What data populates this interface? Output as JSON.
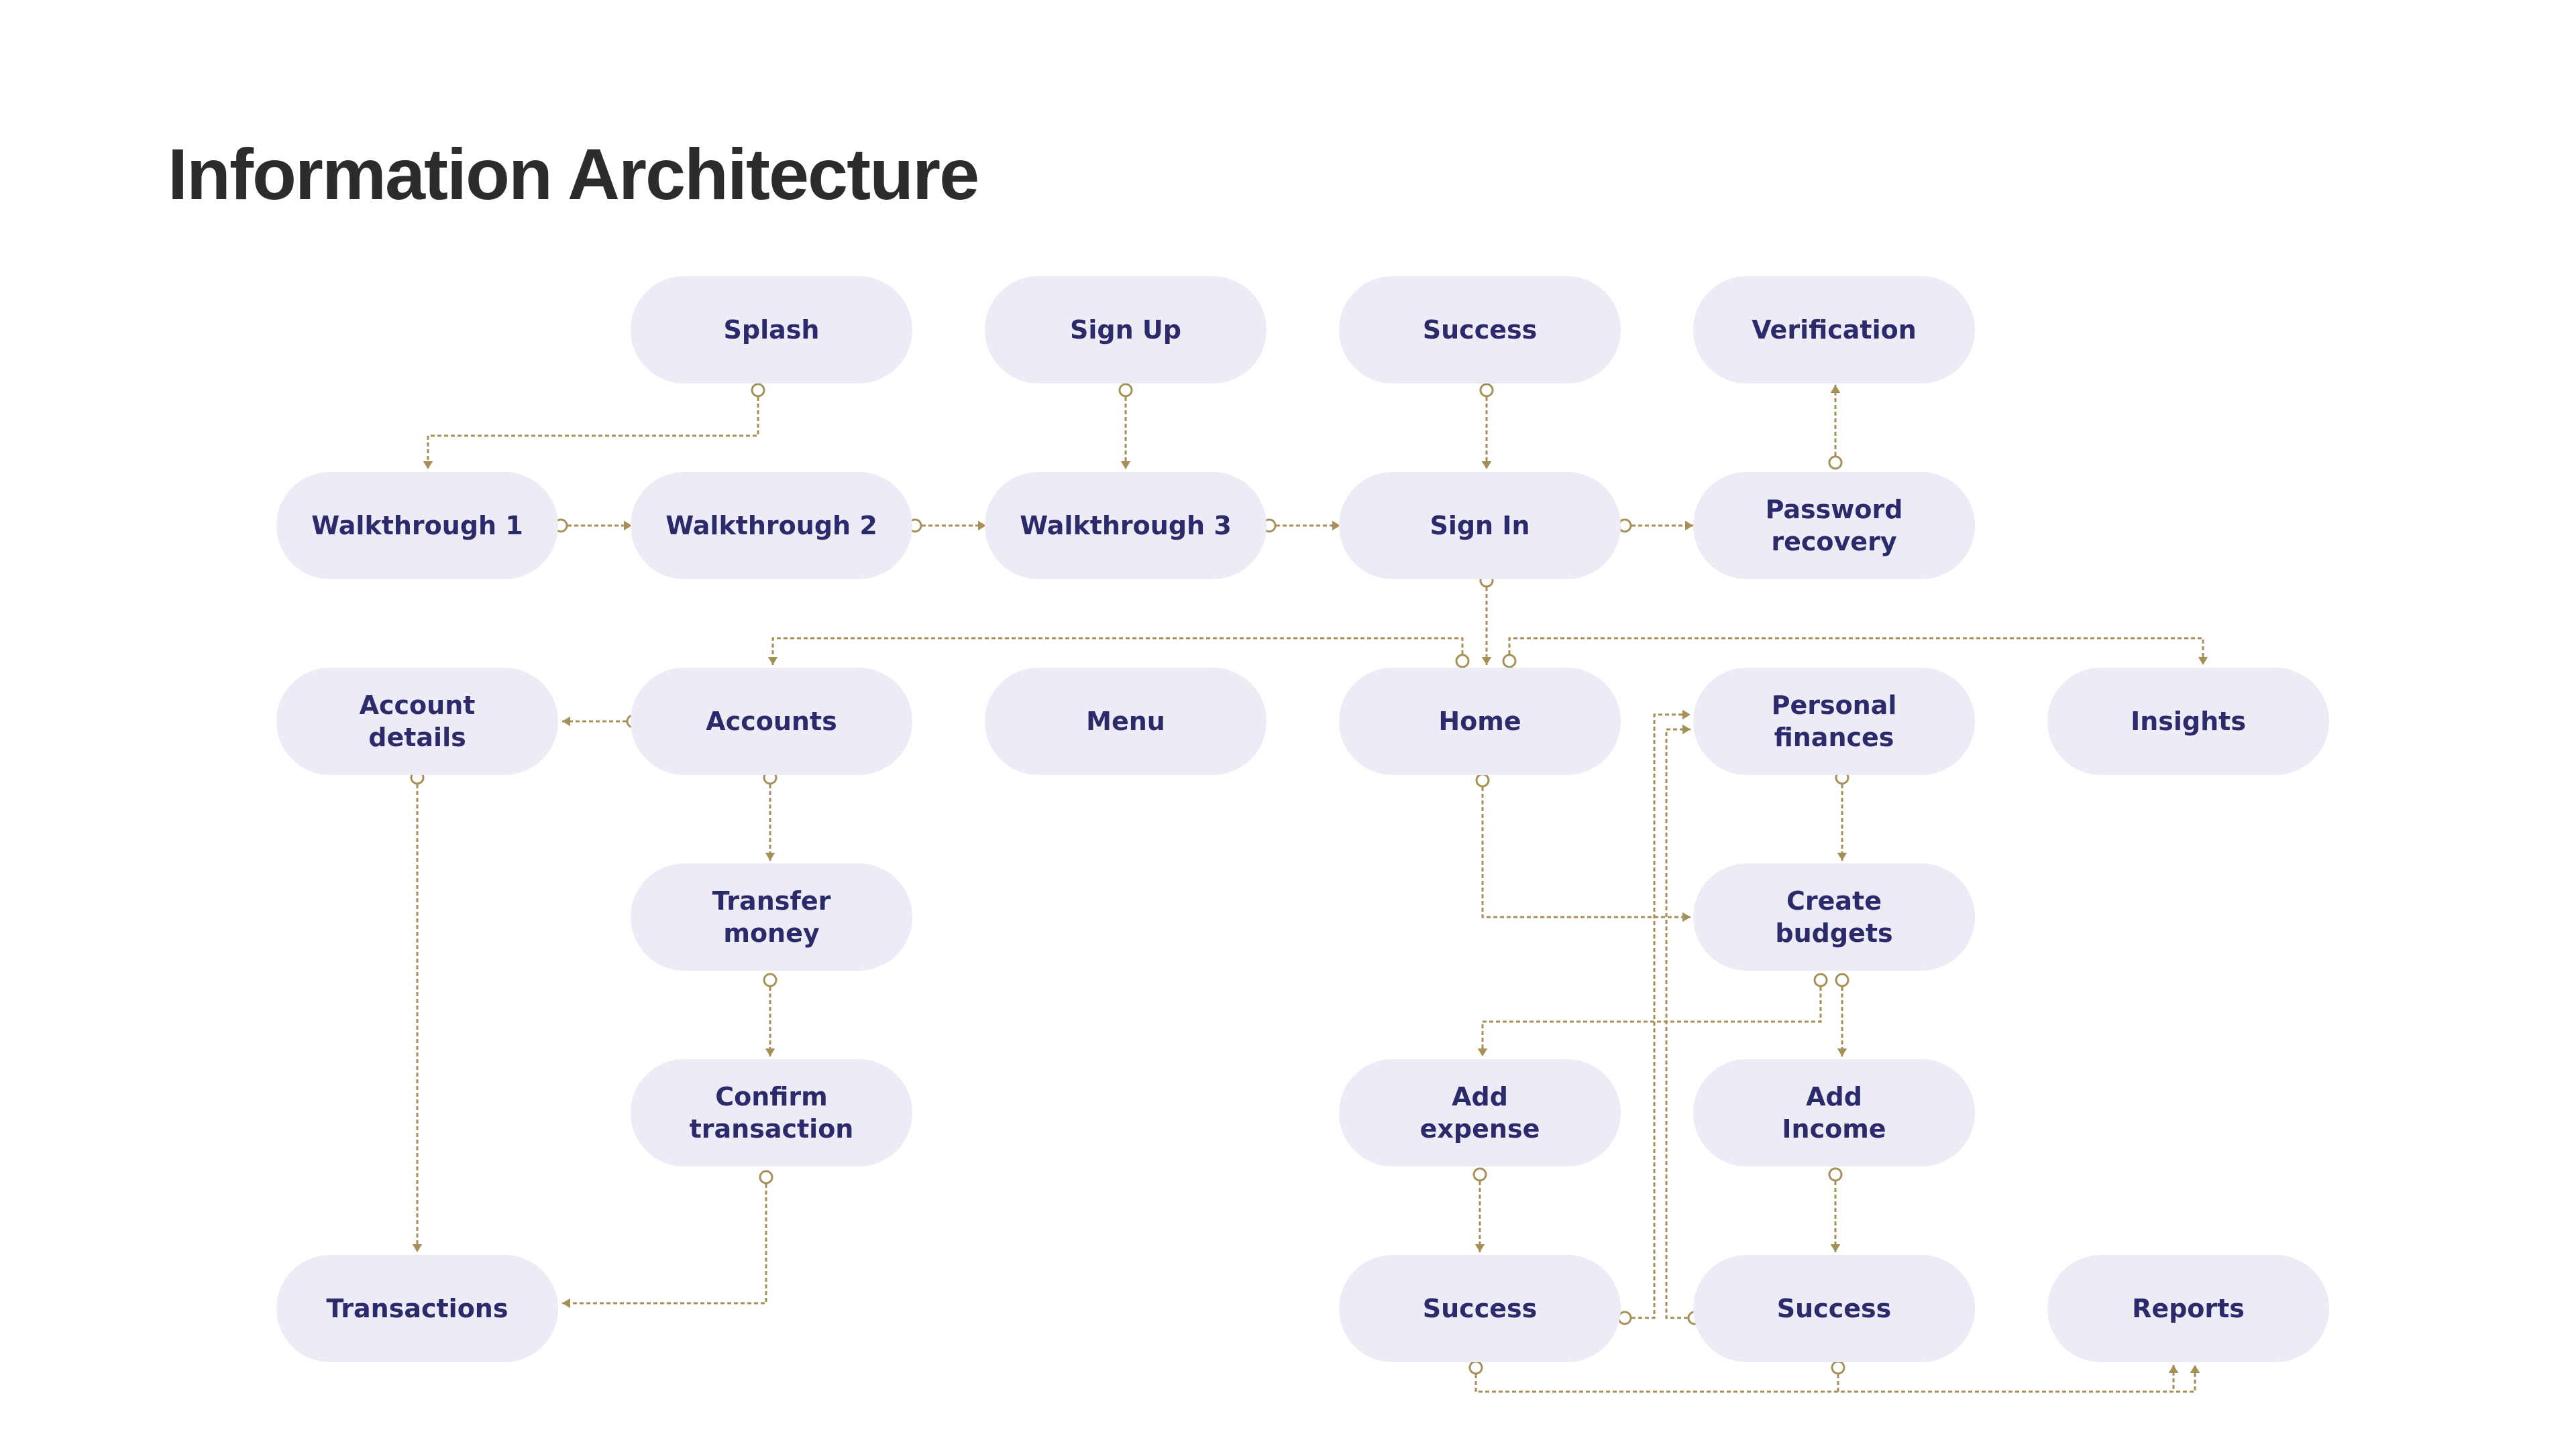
{
  "title": "Information Architecture",
  "colors": {
    "node_fill": "#ecebf6",
    "node_text": "#2b2a6b",
    "connector": "#a79058",
    "title": "#2c2c2c"
  },
  "nodes": [
    {
      "id": "splash",
      "label": "Splash"
    },
    {
      "id": "sign-up",
      "label": "Sign Up"
    },
    {
      "id": "success-signup",
      "label": "Success"
    },
    {
      "id": "verification",
      "label": "Verification"
    },
    {
      "id": "walkthrough-1",
      "label": "Walkthrough 1"
    },
    {
      "id": "walkthrough-2",
      "label": "Walkthrough 2"
    },
    {
      "id": "walkthrough-3",
      "label": "Walkthrough 3"
    },
    {
      "id": "sign-in",
      "label": "Sign In"
    },
    {
      "id": "password-recovery",
      "label": "Password\nrecovery"
    },
    {
      "id": "account-details",
      "label": "Account\ndetails"
    },
    {
      "id": "accounts",
      "label": "Accounts"
    },
    {
      "id": "menu",
      "label": "Menu"
    },
    {
      "id": "home",
      "label": "Home"
    },
    {
      "id": "personal-finances",
      "label": "Personal\nfinances"
    },
    {
      "id": "insights",
      "label": "Insights"
    },
    {
      "id": "transfer-money",
      "label": "Transfer\nmoney"
    },
    {
      "id": "create-budgets",
      "label": "Create\nbudgets"
    },
    {
      "id": "confirm-transaction",
      "label": "Confirm\ntransaction"
    },
    {
      "id": "add-expense",
      "label": "Add\nexpense"
    },
    {
      "id": "add-income",
      "label": "Add\nIncome"
    },
    {
      "id": "transactions",
      "label": "Transactions"
    },
    {
      "id": "success-expense",
      "label": "Success"
    },
    {
      "id": "success-income",
      "label": "Success"
    },
    {
      "id": "reports",
      "label": "Reports"
    }
  ],
  "edges": [
    {
      "from": "splash",
      "to": "walkthrough-1"
    },
    {
      "from": "walkthrough-1",
      "to": "walkthrough-2"
    },
    {
      "from": "walkthrough-2",
      "to": "walkthrough-3"
    },
    {
      "from": "walkthrough-3",
      "to": "sign-in"
    },
    {
      "from": "sign-up",
      "to": "walkthrough-3"
    },
    {
      "from": "success-signup",
      "to": "sign-in"
    },
    {
      "from": "password-recovery",
      "to": "verification"
    },
    {
      "from": "sign-in",
      "to": "password-recovery"
    },
    {
      "from": "sign-in",
      "to": "home"
    },
    {
      "from": "home",
      "to": "accounts"
    },
    {
      "from": "home",
      "to": "insights"
    },
    {
      "from": "accounts",
      "to": "account-details"
    },
    {
      "from": "accounts",
      "to": "transfer-money"
    },
    {
      "from": "transfer-money",
      "to": "confirm-transaction"
    },
    {
      "from": "confirm-transaction",
      "to": "transactions"
    },
    {
      "from": "account-details",
      "to": "transactions"
    },
    {
      "from": "home",
      "to": "create-budgets"
    },
    {
      "from": "personal-finances",
      "to": "create-budgets"
    },
    {
      "from": "create-budgets",
      "to": "add-expense"
    },
    {
      "from": "create-budgets",
      "to": "add-income"
    },
    {
      "from": "add-expense",
      "to": "success-expense"
    },
    {
      "from": "add-income",
      "to": "success-income"
    },
    {
      "from": "success-expense",
      "to": "personal-finances"
    },
    {
      "from": "success-income",
      "to": "personal-finances"
    },
    {
      "from": "success-expense",
      "to": "reports"
    },
    {
      "from": "success-income",
      "to": "reports"
    }
  ]
}
